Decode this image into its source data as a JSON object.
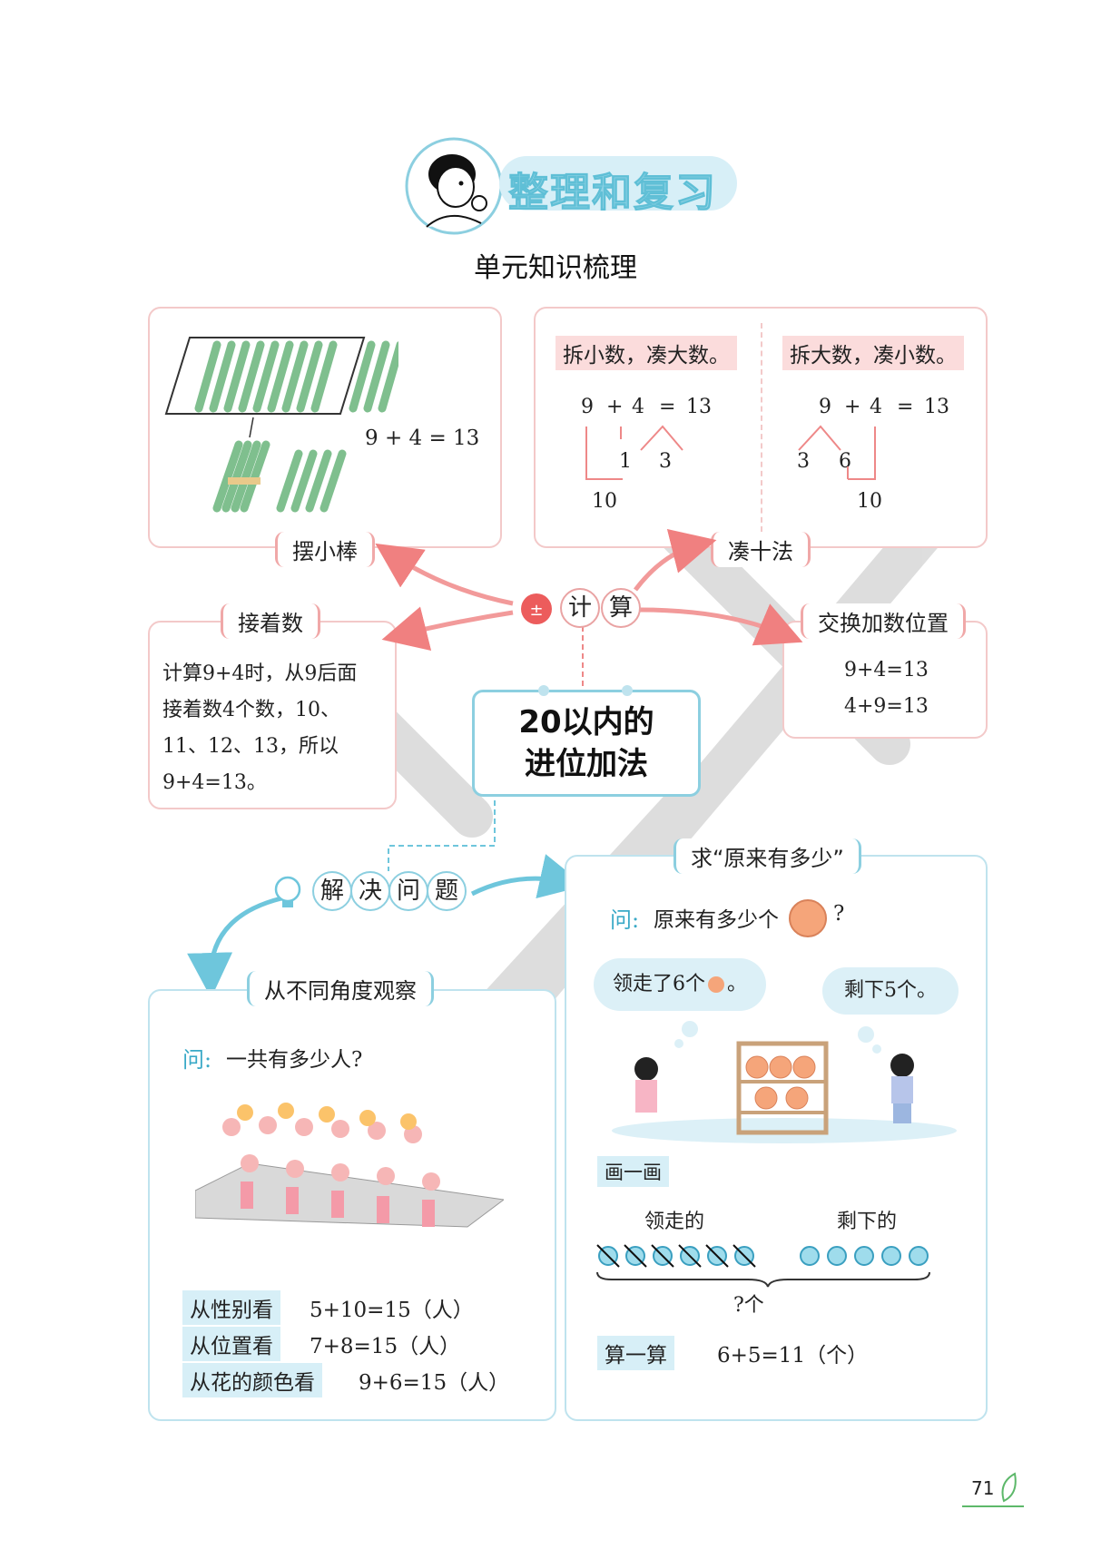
{
  "header": {
    "title": "整理和复习",
    "subtitle": "单元知识梳理"
  },
  "calc": {
    "center_title_line1": "20以内的",
    "center_title_line2": "进位加法",
    "node_chars": [
      "计",
      "算"
    ],
    "sticks": {
      "tag": "摆小棒",
      "equation": "9 + 4 = 13"
    },
    "make_ten": {
      "tag": "凑十法",
      "left_label": "拆小数，凑大数。",
      "right_label": "拆大数，凑小数。",
      "left": {
        "n1": "9",
        "plus": "+",
        "n2": "4",
        "eq": "=",
        "res": "13",
        "split_a": "1",
        "split_b": "3",
        "ten": "10"
      },
      "right": {
        "n1": "9",
        "plus": "+",
        "n2": "4",
        "eq": "=",
        "res": "13",
        "split_a": "3",
        "split_b": "6",
        "ten": "10"
      }
    },
    "count_on": {
      "tag": "接着数",
      "lines": [
        "计算9+4时，从9后面",
        "接着数4个数，10、",
        "11、12、13，所以",
        "9+4=13。"
      ]
    },
    "swap": {
      "tag": "交换加数位置",
      "eq1": "9+4=13",
      "eq2": "4+9=13"
    }
  },
  "solve": {
    "node_chars": [
      "解",
      "决",
      "问",
      "题"
    ],
    "angles": {
      "tag": "从不同角度观察",
      "q_label": "问:",
      "question": "一共有多少人?",
      "rows": [
        {
          "label": "从性别看",
          "eq": "5+10=15（人）"
        },
        {
          "label": "从位置看",
          "eq": "7+8=15（人）"
        },
        {
          "label": "从花的颜色看",
          "eq": "9+6=15（人）"
        }
      ]
    },
    "original": {
      "tag": "求“原来有多少”",
      "q_label": "问:",
      "question": "原来有多少个",
      "q_mark": "?",
      "cloud_left": "领走了6个",
      "cloud_left_end": "。",
      "cloud_right": "剩下5个。",
      "draw_label": "画一画",
      "taken_label": "领走的",
      "left_label": "剩下的",
      "total_label": "?个",
      "calc_label": "算一算",
      "calc_eq": "6+5=11（个）"
    }
  },
  "page_number": "71",
  "colors": {
    "pink_border": "#f3c9c9",
    "blue_border": "#bfe3ee",
    "title": "#8fd2e4",
    "arrow_red": "#f08080",
    "arrow_blue": "#6ec6dc"
  }
}
